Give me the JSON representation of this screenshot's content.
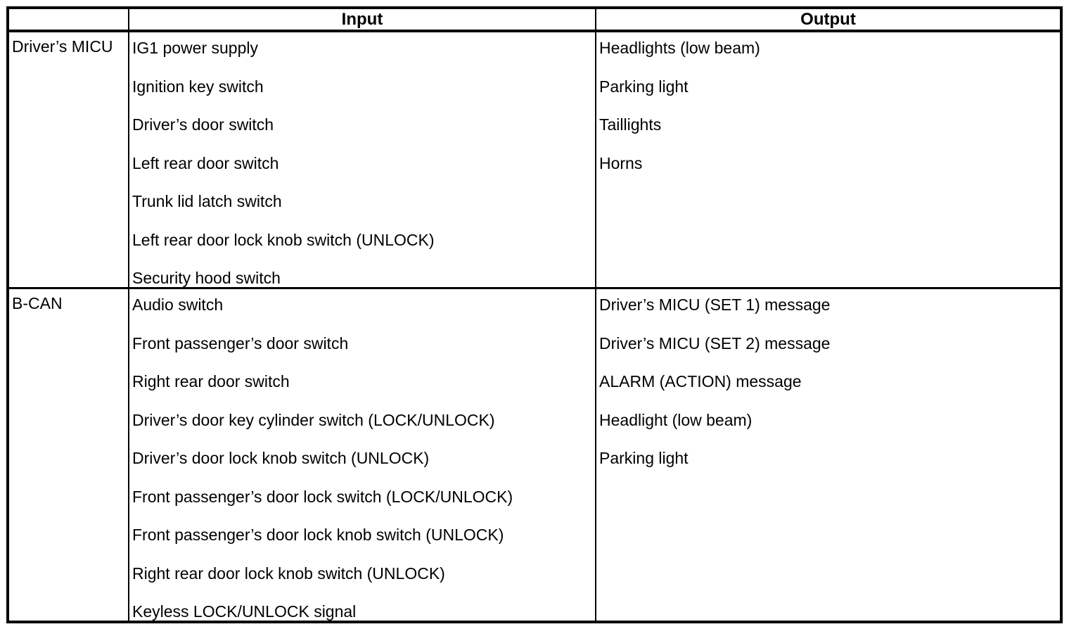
{
  "table": {
    "header": {
      "corner": "",
      "input": "Input",
      "output": "Output"
    },
    "rows": [
      {
        "source": "Driver’s MICU",
        "inputs": [
          "IG1 power supply",
          "Ignition key switch",
          "Driver’s door switch",
          "Left rear door switch",
          "Trunk lid latch switch",
          "Left rear door lock knob switch (UNLOCK)",
          "Security hood switch"
        ],
        "outputs": [
          "Headlights (low beam)",
          "Parking light",
          "Taillights",
          "Horns"
        ]
      },
      {
        "source": "B-CAN",
        "inputs": [
          "Audio switch",
          "Front passenger’s door switch",
          "Right rear door switch",
          "Driver’s door key cylinder switch (LOCK/UNLOCK)",
          "Driver’s door lock knob switch (UNLOCK)",
          "Front passenger’s door lock switch (LOCK/UNLOCK)",
          "Front passenger’s door lock knob switch (UNLOCK)",
          "Right rear door lock knob switch (UNLOCK)",
          "Keyless LOCK/UNLOCK signal"
        ],
        "outputs": [
          "Driver’s MICU (SET 1) message",
          "Driver’s MICU (SET 2) message",
          "ALARM (ACTION) message",
          "Headlight (low beam)",
          "Parking light"
        ]
      }
    ]
  },
  "colors": {
    "border": "#000000",
    "text": "#000000",
    "background": "#ffffff"
  }
}
